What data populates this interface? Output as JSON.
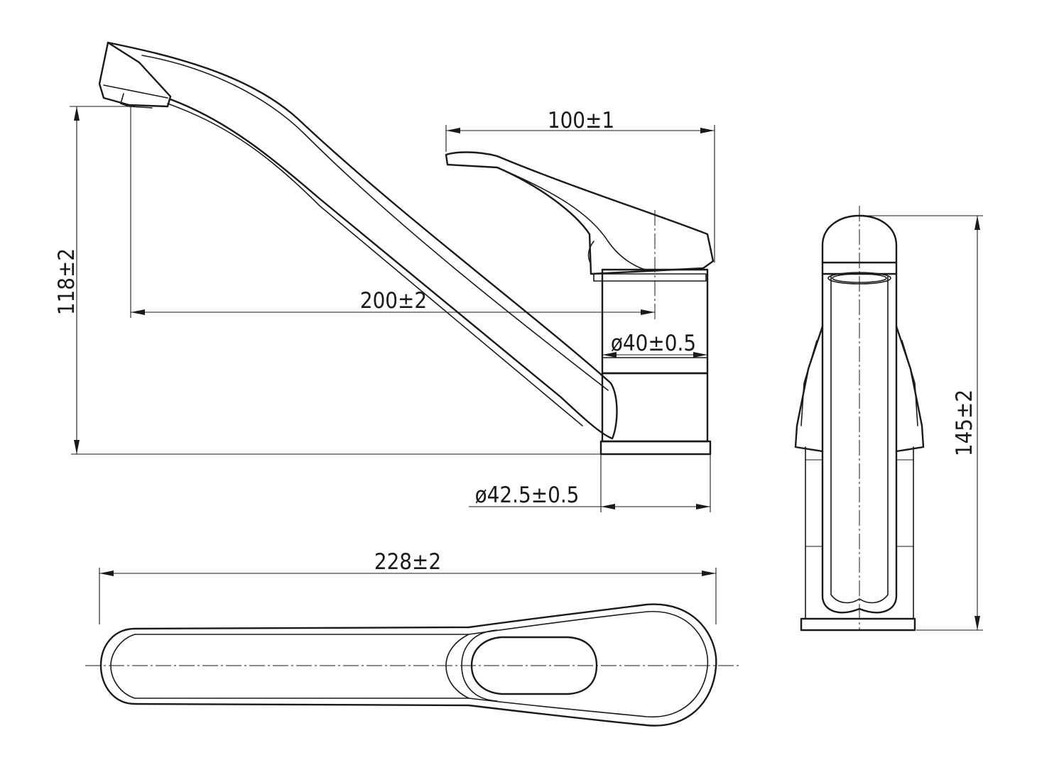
{
  "dimensions": {
    "spout_height": "118±2",
    "spout_reach": "200±2",
    "lever_length": "100±1",
    "body_diameter": "ø40±0.5",
    "base_diameter": "ø42.5±0.5",
    "overall_length": "228±2",
    "overall_height": "145±2"
  }
}
